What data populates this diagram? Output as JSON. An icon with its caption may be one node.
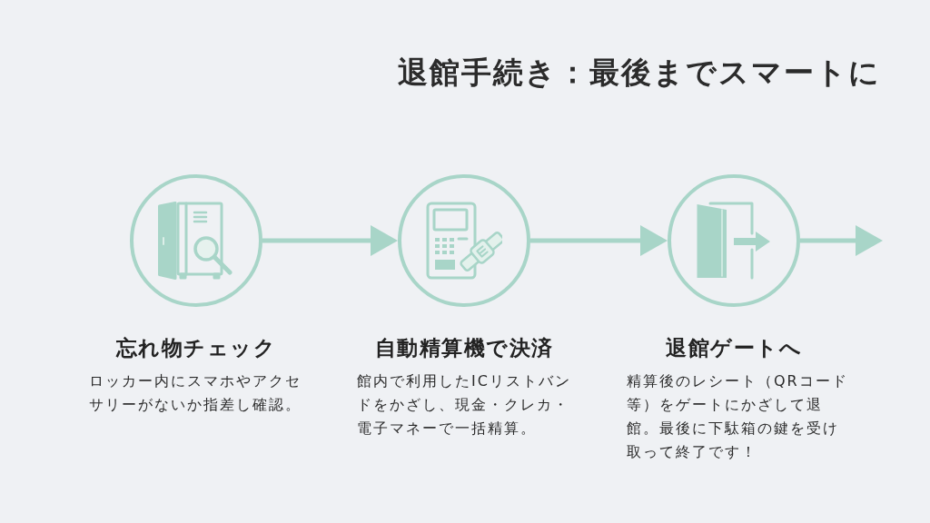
{
  "diagram": {
    "title": "退館手続き：最後までスマートに",
    "nodes": [
      {
        "text": [],
        "shape": "circle",
        "beside": [
          "忘れ物チェック",
          "ロッカー内にスマホやアクセサリーがないか指差し確認。"
        ]
      },
      {
        "text": [],
        "shape": "circle",
        "beside": [
          "自動精算機で決済",
          "館内で利用したICリストバンドをかざし、現金・クレカ・電子マネーで一括精算。"
        ]
      },
      {
        "text": [],
        "shape": "circle",
        "beside": [
          "退館ゲートへ",
          "精算後のレシート（QRコード等）をゲートにかざして退館。最後に下駄箱の鍵を受け取って終了です！"
        ]
      }
    ],
    "edges": [
      {
        "from": 0,
        "to": 1,
        "arrow": "to"
      },
      {
        "from": 1,
        "to": 2,
        "arrow": "to"
      },
      {
        "from": 2,
        "to": null,
        "arrow": "to"
      }
    ]
  }
}
